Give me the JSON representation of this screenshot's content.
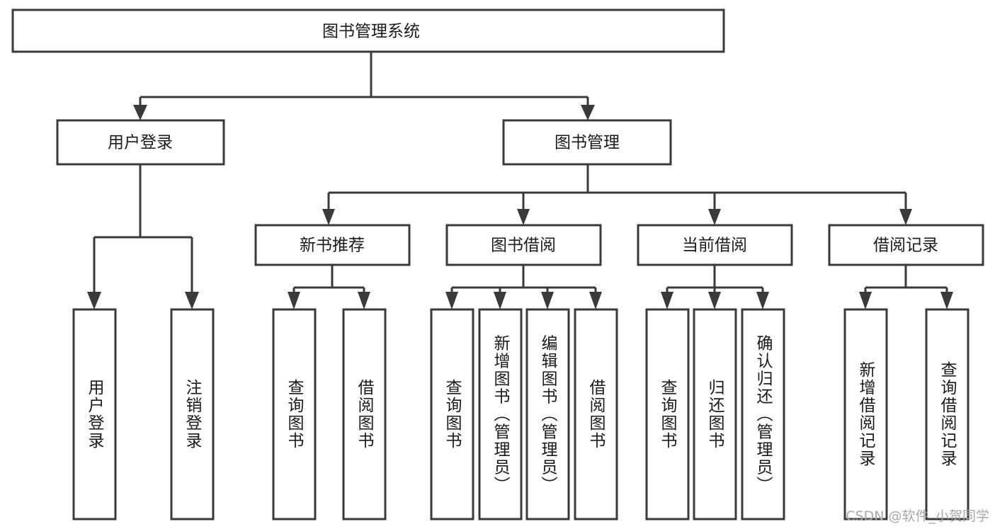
{
  "diagram": {
    "type": "tree",
    "title": "图书管理系统",
    "orientation": "top-down",
    "watermark": "CSDN @软件_小贺同学",
    "colors": {
      "stroke": "#3a3a3a",
      "fill": "#ffffff",
      "text": "#1a1a1a",
      "watermark": "#a8a8a8",
      "background": "#ffffff"
    },
    "nodes": {
      "root": {
        "label": "图书管理系统",
        "level": 0
      },
      "user_login": {
        "label": "用户登录",
        "level": 1
      },
      "book_manage": {
        "label": "图书管理",
        "level": 1
      },
      "new_book_rec": {
        "label": "新书推荐",
        "level": 2
      },
      "book_borrow": {
        "label": "图书借阅",
        "level": 2
      },
      "current_borrow": {
        "label": "当前借阅",
        "level": 2
      },
      "borrow_record": {
        "label": "借阅记录",
        "level": 2
      },
      "leaf_user_login": {
        "label": "用户登录",
        "level": 2
      },
      "leaf_logout": {
        "label": "注销登录",
        "level": 2
      },
      "leaf_query_book_1": {
        "label": "查询图书",
        "level": 3
      },
      "leaf_borrow_book_1": {
        "label": "借阅图书",
        "level": 3
      },
      "leaf_query_book_2": {
        "label": "查询图书",
        "level": 3
      },
      "leaf_add_book": {
        "label": "新增图书（管理员）",
        "level": 3
      },
      "leaf_edit_book": {
        "label": "编辑图书（管理员）",
        "level": 3
      },
      "leaf_borrow_book_2": {
        "label": "借阅图书",
        "level": 3
      },
      "leaf_query_book_3": {
        "label": "查询图书",
        "level": 3
      },
      "leaf_return_book": {
        "label": "归还图书",
        "level": 3
      },
      "leaf_confirm_return": {
        "label": "确认归还（管理员）",
        "level": 3
      },
      "leaf_add_record": {
        "label": "新增借阅记录",
        "level": 3
      },
      "leaf_query_record": {
        "label": "查询借阅记录",
        "level": 3
      }
    },
    "edges": [
      {
        "from": "root",
        "to": "user_login"
      },
      {
        "from": "root",
        "to": "book_manage"
      },
      {
        "from": "user_login",
        "to": "leaf_user_login"
      },
      {
        "from": "user_login",
        "to": "leaf_logout"
      },
      {
        "from": "book_manage",
        "to": "new_book_rec"
      },
      {
        "from": "book_manage",
        "to": "book_borrow"
      },
      {
        "from": "book_manage",
        "to": "current_borrow"
      },
      {
        "from": "book_manage",
        "to": "borrow_record"
      },
      {
        "from": "new_book_rec",
        "to": "leaf_query_book_1"
      },
      {
        "from": "new_book_rec",
        "to": "leaf_borrow_book_1"
      },
      {
        "from": "book_borrow",
        "to": "leaf_query_book_2"
      },
      {
        "from": "book_borrow",
        "to": "leaf_add_book"
      },
      {
        "from": "book_borrow",
        "to": "leaf_edit_book"
      },
      {
        "from": "book_borrow",
        "to": "leaf_borrow_book_2"
      },
      {
        "from": "current_borrow",
        "to": "leaf_query_book_3"
      },
      {
        "from": "current_borrow",
        "to": "leaf_return_book"
      },
      {
        "from": "current_borrow",
        "to": "leaf_confirm_return"
      },
      {
        "from": "borrow_record",
        "to": "leaf_add_record"
      },
      {
        "from": "borrow_record",
        "to": "leaf_query_record"
      }
    ]
  }
}
